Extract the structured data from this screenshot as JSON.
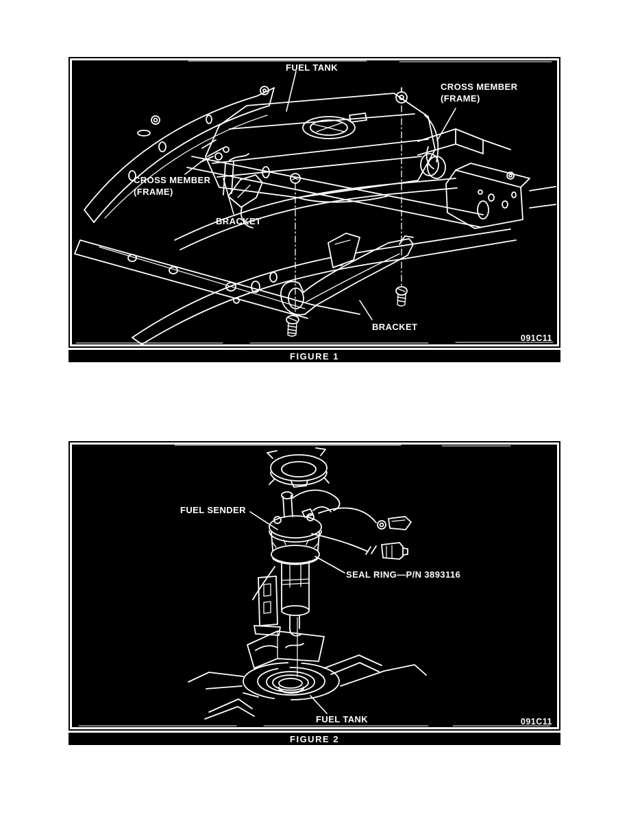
{
  "figure1": {
    "caption": "FIGURE 1",
    "code": "091C11",
    "labels": {
      "fuel_tank": "FUEL TANK",
      "cross_member_right": {
        "line1": "CROSS MEMBER",
        "line2": "(FRAME)"
      },
      "cross_member_left": {
        "line1": "CROSS MEMBER",
        "line2": "(FRAME)"
      },
      "bracket_left": "BRACKET",
      "bracket_right": "BRACKET"
    }
  },
  "figure2": {
    "caption": "FIGURE 2",
    "code": "091C11",
    "labels": {
      "fuel_sender": "FUEL SENDER",
      "seal_ring": "SEAL RING—P/N 3893116",
      "fuel_tank": "FUEL TANK"
    }
  },
  "colors": {
    "panel": "#000000",
    "line": "#ffffff",
    "page": "#ffffff"
  }
}
